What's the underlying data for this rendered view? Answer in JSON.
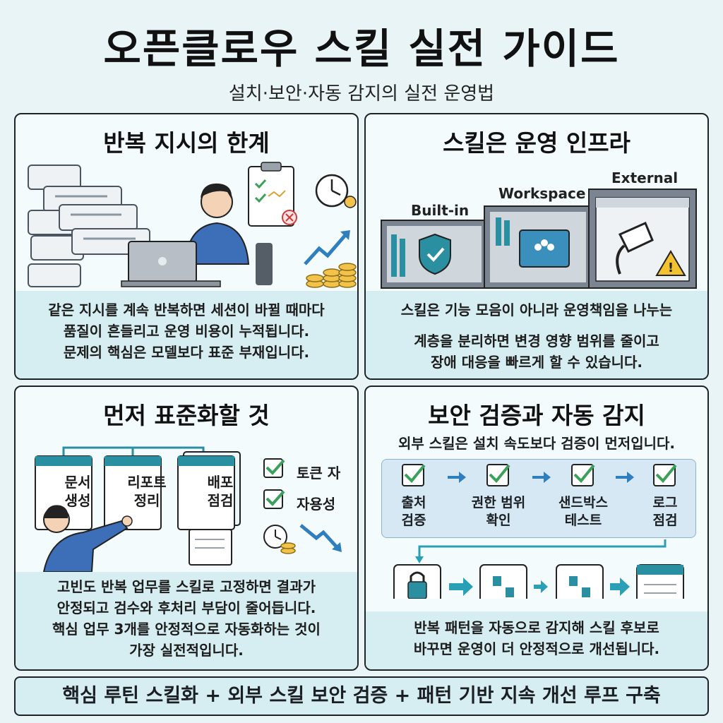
{
  "header": {
    "title": "오픈클로우 스킬 실전 가이드",
    "subtitle": "설치·보안·자동 감지의 실전 운영법"
  },
  "panel1": {
    "heading": "반복 지시의 한계",
    "text": "같은 지시를 계속 반복하면 세션이 바뀔 때마다 품질이 흔들리고 운영 비용이 누적됩니다. 문제의 핵심은 모델보다 표준 부재입니다.",
    "lines": [
      "같은 지시를 계속 반복하면 세션이 바뀔 때마다",
      "품질이 흔들리고 운영 비용이 누적됩니다.",
      "문제의 핵심은 모델보다 표준 부재입니다."
    ]
  },
  "panel2": {
    "heading": "스킬은 운영 인프라",
    "tiers": [
      "Built-in",
      "Workspace",
      "External"
    ],
    "lines": [
      "스킬은 기능 모음이 아니라 운영책임을 나누는",
      "계층을 분리하면 변경 영향 범위를 줄이고",
      "장애 대응을 빠르게 할 수 있습니다."
    ]
  },
  "panel3": {
    "heading": "먼저 표준화할 것",
    "docs": [
      "문서\n생성",
      "리포트\n정리",
      "배포\n점검"
    ],
    "checks": [
      "토큰 자",
      "자용성"
    ],
    "lines": [
      "고빈도 반복 업무를 스킬로 고정하면 결과가",
      "안정되고 검수와 후처리 부담이 줄어듭니다.",
      "핵심 업무 3개를 안정적으로 자동화하는 것이",
      "가장 실전적입니다."
    ]
  },
  "panel4": {
    "heading": "보안 검증과 자동 감지",
    "lead": "외부 스킬은 설치 속도보다 검증이 먼저입니다.",
    "steps": [
      "출처\n검증",
      "권한 범위\n확인",
      "샌드박스\n테스트",
      "로그\n점검"
    ],
    "lines": [
      "반복 패턴을 자동으로 감지해 스킬 후보로",
      "바꾸면 운영이 더 안정적으로 개선됩니다."
    ]
  },
  "footer": {
    "text": "핵심 루틴 스킬화 + 외부 스킬 보안 검증 + 패턴 기반 지속 개선 루프 구축"
  },
  "colors": {
    "accent": "#2a8fa0",
    "band": "#d6eef2",
    "check": "#3ba15a",
    "blue": "#3d6fb8"
  }
}
